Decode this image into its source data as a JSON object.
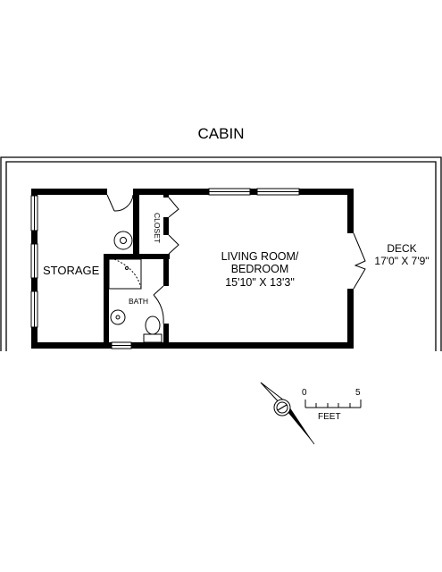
{
  "plan": {
    "title": "CABIN",
    "rooms": {
      "storage": "STORAGE",
      "closet": "CLOSET",
      "bath": "BATH",
      "living_line1": "LIVING ROOM/",
      "living_line2": "BEDROOM",
      "living_dims": "15'10\" X 13'3\"",
      "deck_name": "DECK",
      "deck_dims": "17'0\" X 7'9\""
    },
    "scale": {
      "start": "0",
      "end": "5",
      "unit": "FEET"
    }
  },
  "colors": {
    "wall": "#000000",
    "background": "#ffffff"
  }
}
